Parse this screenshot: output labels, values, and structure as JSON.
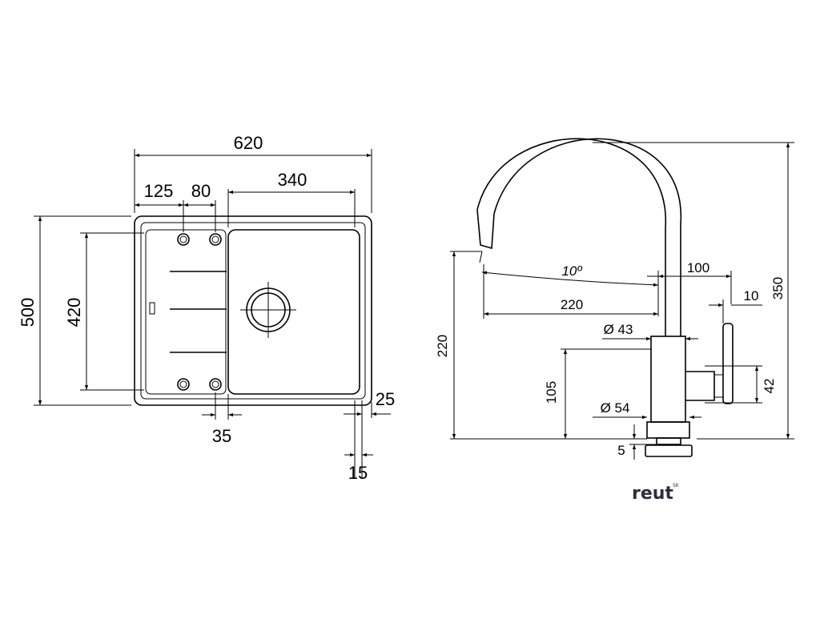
{
  "sink": {
    "width": "620",
    "offset_left": "125",
    "spacing": "80",
    "bowl_width": "340",
    "depth": "500",
    "bowl_depth": "420",
    "gap_a": "35",
    "gap_b": "25",
    "gap_c": "15"
  },
  "faucet": {
    "angle": "10º",
    "reach_offset": "100",
    "offset_small": "10",
    "height_total": "350",
    "reach": "220",
    "spout_height": "220",
    "diameter_top": "Ø 43",
    "body_height": "105",
    "lever_height": "42",
    "diameter_base": "Ø 54",
    "base_height": "5"
  },
  "brand": {
    "name": "reut",
    "suffix": "SK",
    "color": "#2b2f3a"
  }
}
